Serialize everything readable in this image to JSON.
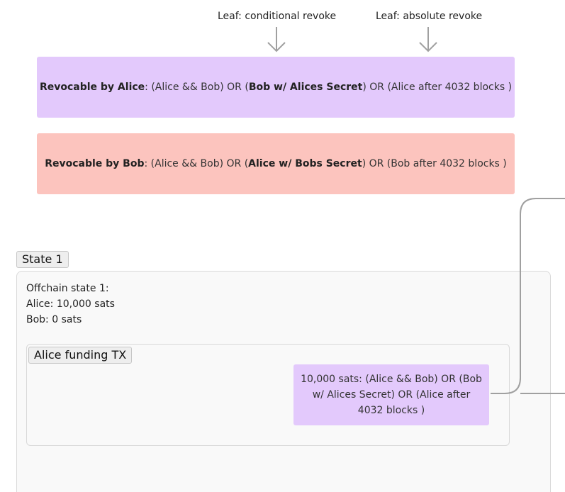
{
  "leaves": {
    "conditional": "Leaf: conditional revoke",
    "absolute": "Leaf: absolute revoke"
  },
  "policies": {
    "alice": {
      "label": "Revocable by Alice",
      "p1": ": (Alice && Bob) OR (",
      "secret": "Bob w/ Alices Secret",
      "p2": ") OR (Alice after 4032 blocks )"
    },
    "bob": {
      "label": "Revocable by Bob",
      "p1": ": (Alice && Bob) OR (",
      "secret": "Alice w/ Bobs Secret",
      "p2": ") OR (Bob after 4032 blocks )"
    }
  },
  "state": {
    "title": "State 1",
    "lines": [
      "Offchain state 1:",
      "Alice: 10,000 sats",
      "Bob: 0 sats"
    ]
  },
  "funding": {
    "title": "Alice funding TX",
    "output": "10,000 sats: (Alice && Bob) OR (Bob w/ Alices Secret) OR (Alice after 4032 blocks )"
  },
  "colors": {
    "alice_box": "#e3c9fc",
    "bob_box": "#fcc4be",
    "connector": "#a0a0a0"
  }
}
